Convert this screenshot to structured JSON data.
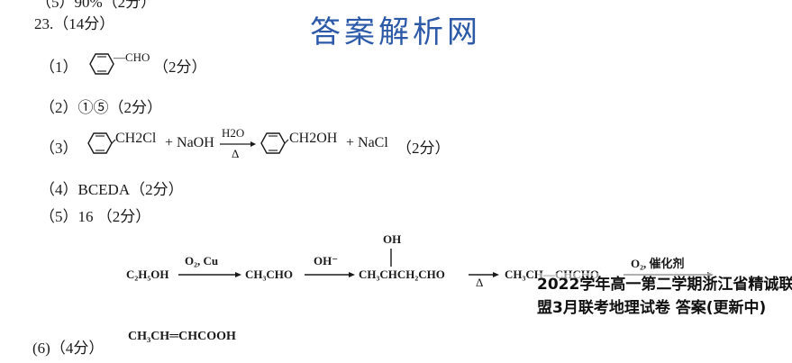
{
  "partial_top": "（5）90%（2分）",
  "question": "23.（14分）",
  "watermark_top": "答案解析网",
  "line1": {
    "num": "（1）",
    "group": "—CHO",
    "score": "（2分）"
  },
  "line2": {
    "text": "（2）①⑤（2分）"
  },
  "line3": {
    "num": "（3）",
    "group1": "CH2Cl",
    "plus1": "+ NaOH",
    "cond_top": "H2O",
    "cond_bottom": "Δ",
    "group2": "CH2OH",
    "plus2": "+ NaCl",
    "score": "（2分）"
  },
  "line4": {
    "text": "（4）BCEDA（2分）"
  },
  "line5": {
    "text": "（5）16 （2分）"
  },
  "line6": {
    "num": "(6)（4分）",
    "s1": "C₂H₅OH",
    "a1_top": "O₂, Cu",
    "s2": "CH₃CHO",
    "a2_top": "OH⁻",
    "oh": "OH",
    "s3": "CH₃CHCH₂CHO",
    "a3_bottom": "Δ",
    "s4": "CH₃CH—CHCHO",
    "a4_top": "O₂, 催化剂",
    "product": "CH₃CH═CHCOOH"
  },
  "watermark_bottom": "2022学年高一第二学期浙江省精诚联盟3月联考地理试卷 答案(更新中)"
}
